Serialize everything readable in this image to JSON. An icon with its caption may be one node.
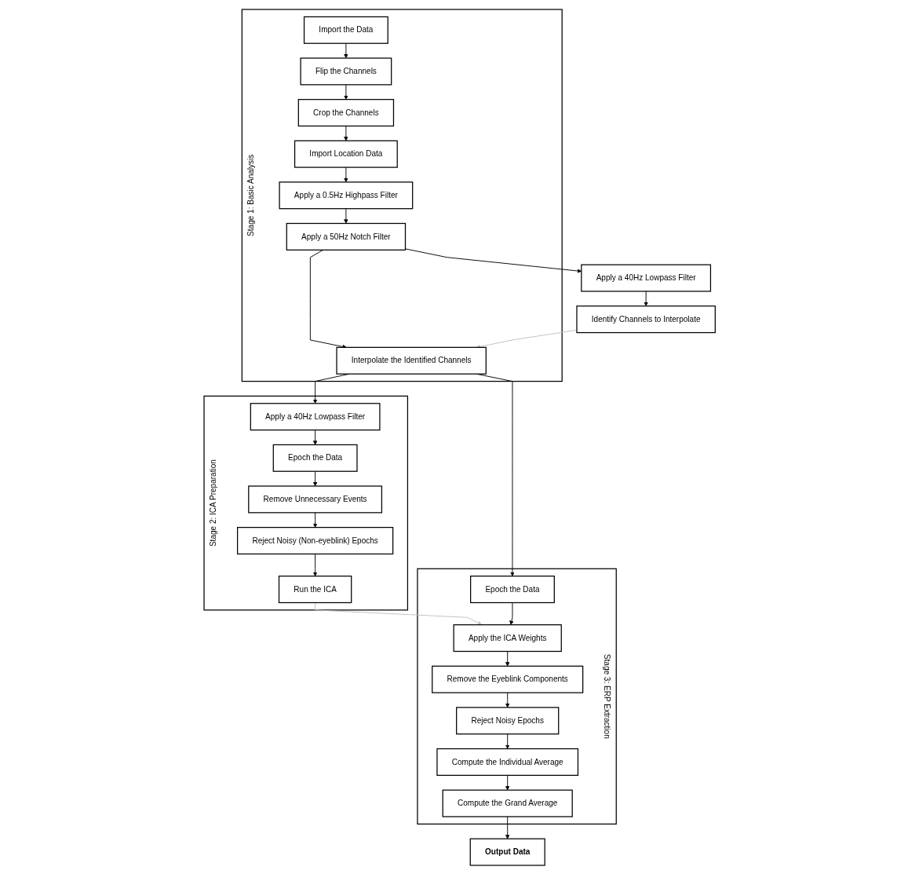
{
  "diagram": {
    "nodes": [
      {
        "text": [
          "Stage 1: Basic Analysis"
        ]
      },
      {
        "text": [
          "Import the Data"
        ],
        "in": 0
      },
      {
        "text": [
          "Flip the Channels"
        ],
        "in": 0
      },
      {
        "text": [
          "Crop the Channels"
        ],
        "in": 0
      },
      {
        "text": [
          "Import Location Data"
        ],
        "in": 0
      },
      {
        "text": [
          "Apply a 0.5Hz Highpass Filter"
        ],
        "in": 0
      },
      {
        "text": [
          "Apply a 50Hz Notch Filter"
        ],
        "in": 0
      },
      {
        "text": [
          "Interpolate the Identified Channels"
        ],
        "in": 0
      },
      {
        "text": [
          "Apply a 40Hz Lowpass Filter"
        ]
      },
      {
        "text": [
          "Identify Channels to Interpolate"
        ]
      },
      {
        "text": [
          "Stage 2: ICA Preparation"
        ]
      },
      {
        "text": [
          "Apply a 40Hz Lowpass Filter"
        ],
        "in": 10
      },
      {
        "text": [
          "Epoch the Data"
        ],
        "in": 10
      },
      {
        "text": [
          "Remove Unnecessary Events"
        ],
        "in": 10
      },
      {
        "text": [
          "Reject Noisy (Non-eyeblink) Epochs"
        ],
        "in": 10
      },
      {
        "text": [
          "Run the ICA"
        ],
        "in": 10
      },
      {
        "text": [
          "Stage 3: ERP Extraction"
        ]
      },
      {
        "text": [
          "Epoch the Data"
        ],
        "in": 16
      },
      {
        "text": [
          "Apply the ICA Weights"
        ],
        "in": 16
      },
      {
        "text": [
          "Remove the Eyeblink Components"
        ],
        "in": 16
      },
      {
        "text": [
          "Reject Noisy Epochs"
        ],
        "in": 16
      },
      {
        "text": [
          "Compute the Individual Average"
        ],
        "in": 16
      },
      {
        "text": [
          "Compute the Grand Average"
        ],
        "in": 16
      },
      {
        "text": [
          "Output Data"
        ]
      }
    ],
    "edges": [
      {
        "from": 1,
        "to": 2,
        "arrow": "to"
      },
      {
        "from": 2,
        "to": 3,
        "arrow": "to"
      },
      {
        "from": 3,
        "to": 4,
        "arrow": "to"
      },
      {
        "from": 4,
        "to": 5,
        "arrow": "to"
      },
      {
        "from": 5,
        "to": 6,
        "arrow": "to"
      },
      {
        "from": 6,
        "to": 7,
        "arrow": "to"
      },
      {
        "from": 6,
        "to": 8,
        "arrow": "to"
      },
      {
        "from": 8,
        "to": 9,
        "arrow": "to"
      },
      {
        "from": 9,
        "to": 7,
        "arrow": "to",
        "color": "#bfbfbf"
      },
      {
        "from": 7,
        "to": 11,
        "arrow": "to"
      },
      {
        "from": 7,
        "to": 17,
        "arrow": "to"
      },
      {
        "from": 11,
        "to": 12,
        "arrow": "to"
      },
      {
        "from": 12,
        "to": 13,
        "arrow": "to"
      },
      {
        "from": 13,
        "to": 14,
        "arrow": "to"
      },
      {
        "from": 14,
        "to": 15,
        "arrow": "to"
      },
      {
        "from": 15,
        "to": 18,
        "arrow": "to",
        "color": "#bfbfbf"
      },
      {
        "from": 17,
        "to": 18,
        "arrow": "to"
      },
      {
        "from": 18,
        "to": 19,
        "arrow": "to"
      },
      {
        "from": 19,
        "to": 20,
        "arrow": "to"
      },
      {
        "from": 20,
        "to": 21,
        "arrow": "to"
      },
      {
        "from": 21,
        "to": 22,
        "arrow": "to"
      },
      {
        "from": 22,
        "to": 23,
        "arrow": "to"
      }
    ]
  }
}
